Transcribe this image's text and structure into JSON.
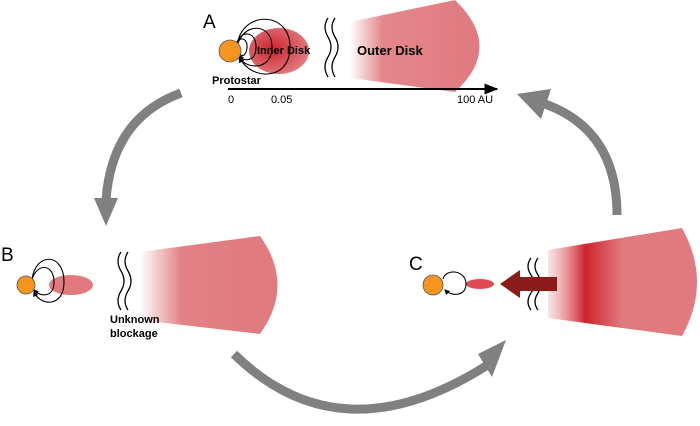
{
  "panels": {
    "a": {
      "letter": "A",
      "protostar_label": "Protostar",
      "inner_disk_label": "Inner Disk",
      "outer_disk_label": "Outer Disk"
    },
    "b": {
      "letter": "B",
      "blockage_line1": "Unknown",
      "blockage_line2": "blockage"
    },
    "c": {
      "letter": "C"
    }
  },
  "axis": {
    "ticks": [
      "0",
      "0.05",
      "100 AU"
    ]
  },
  "colors": {
    "protostar": "#f7941d",
    "disk": "#e07a7f",
    "disk_dark": "#d0222e",
    "cycle_arrow": "#808080",
    "inflow_arrow": "#8b1a1a"
  },
  "icons": {
    "cycle": "curved-arrow-icon",
    "inflow": "block-arrow-icon",
    "field_lines": "magnetic-loop-icon"
  }
}
